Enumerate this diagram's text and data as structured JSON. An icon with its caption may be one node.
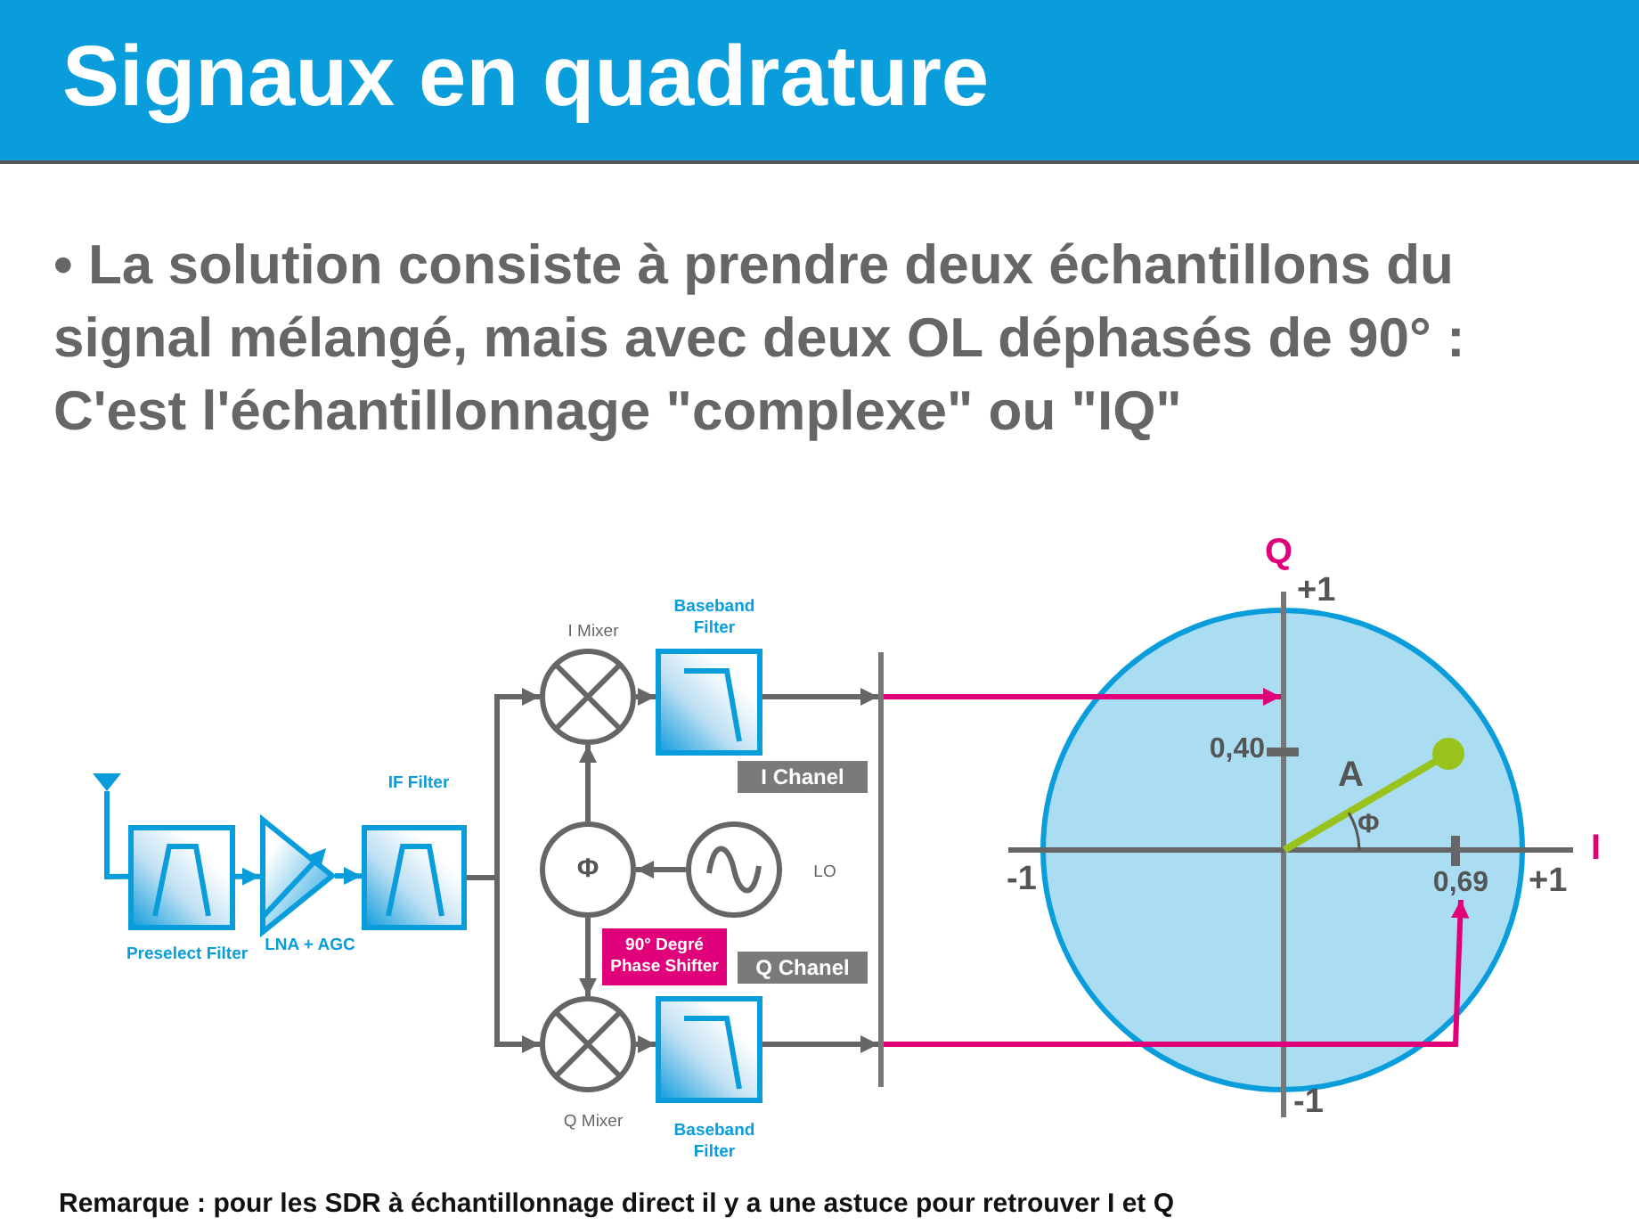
{
  "diagram": {
    "title": "Signaux en quadrature",
    "caption": "Remarque : pour les SDR à échantillonnage direct il y a une astuce pour retrouver I et Q",
    "nodes": [
      {
        "text": [],
        "shape": "antenna"
      },
      {
        "text": [
          "Preselect Filter"
        ]
      },
      {
        "text": [
          "LNA + AGC"
        ]
      },
      {
        "text": [
          "IF Filter"
        ]
      },
      {
        "text": [
          "I Mixer"
        ]
      },
      {
        "text": [
          "Baseband Filter"
        ]
      },
      {
        "text": [
          "Φ"
        ]
      },
      {
        "text": [
          "LO"
        ]
      },
      {
        "text": [
          "Q Mixer"
        ]
      },
      {
        "text": [
          "Baseband Filter"
        ]
      },
      {
        "text": [
          "I Chanel"
        ]
      },
      {
        "text": [
          "90° Degré Phase Shifter"
        ]
      },
      {
        "text": [
          "Q Chanel"
        ]
      },
      {
        "text": [],
        "shape": "bar"
      },
      {
        "text": [],
        "shape": "circle"
      },
      {
        "text": [],
        "shape": "bar"
      },
      {
        "text": [
          "0,69"
        ],
        "in": 14
      }
    ],
    "edges": [
      {
        "from": 0,
        "to": 1,
        "arrow": "none",
        "color": "#0a9ddb"
      },
      {
        "from": 1,
        "to": 2,
        "arrow": "to",
        "color": "#0a9ddb"
      },
      {
        "from": 2,
        "to": 3,
        "arrow": "to",
        "color": "#0a9ddb"
      },
      {
        "from": 3,
        "to": 4,
        "arrow": "to"
      },
      {
        "from": 3,
        "to": 8,
        "arrow": "to"
      },
      {
        "from": 4,
        "to": 5,
        "arrow": "to"
      },
      {
        "from": 8,
        "to": 9,
        "arrow": "to"
      },
      {
        "from": 7,
        "to": 6,
        "arrow": "to"
      },
      {
        "from": 6,
        "to": 4,
        "arrow": "to"
      },
      {
        "from": 6,
        "to": 8,
        "arrow": "to"
      },
      {
        "from": 5,
        "to": 13,
        "arrow": "to"
      },
      {
        "from": 9,
        "to": 13,
        "arrow": "to"
      },
      {
        "from": 13,
        "to": 15,
        "arrow": "to",
        "color": "#e0007a"
      },
      {
        "from": 13,
        "to": 16,
        "arrow": "to",
        "color": "#e0007a"
      }
    ],
    "labels": [
      "• La solution consiste à prendre deux échantillons du signal mélangé, mais avec deux OL déphasés de 90° : C'est l'échantillonnage \"complexe\" ou \"IQ\"",
      "Q",
      "+1",
      "0,40",
      "A",
      "Φ",
      "I",
      "-1",
      "+1",
      "-1"
    ]
  }
}
